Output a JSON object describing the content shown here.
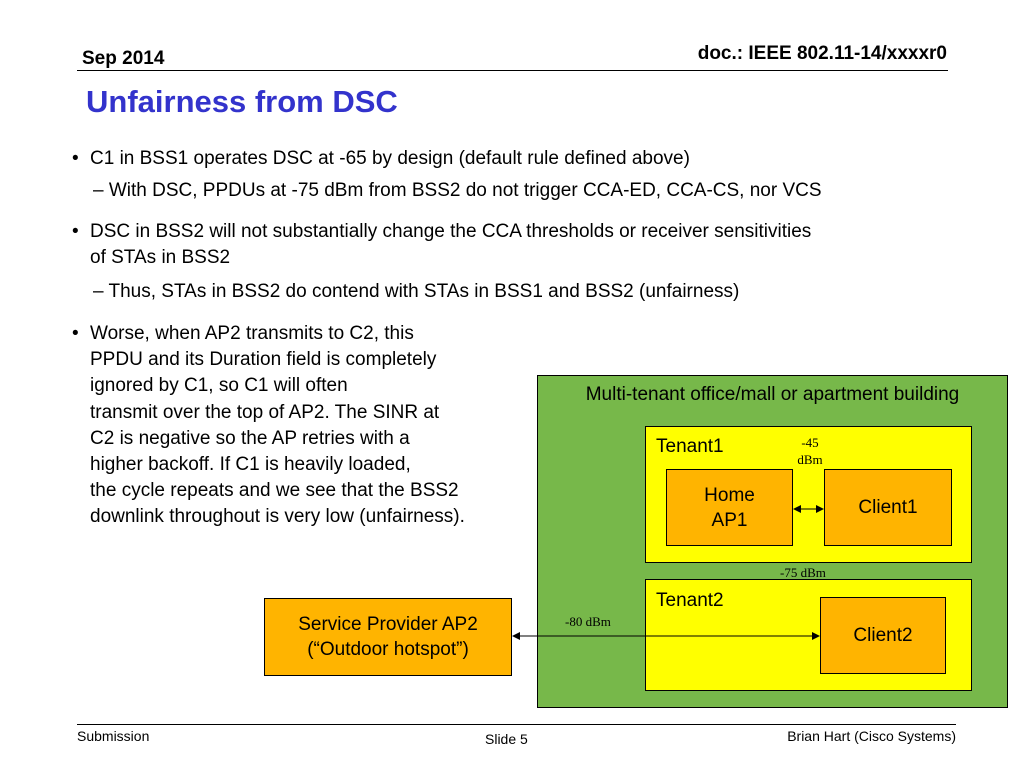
{
  "header": {
    "date": "Sep 2014",
    "doc": "doc.: IEEE 802.11-14/xxxxr0"
  },
  "title": "Unfairness from DSC",
  "bullets": [
    {
      "line1": "C1 in BSS1 operates DSC at -65 by design (default rule defined above)",
      "sub": "– With DSC, PPDUs at -75 dBm from BSS2 do not trigger CCA-ED, CCA-CS, nor VCS"
    },
    {
      "line1": "DSC in BSS2 will not substantially change the CCA thresholds or receiver sensitivities",
      "line2": "of STAs in BSS2",
      "sub": "– Thus, STAs in BSS2 do contend with STAs in BSS1 and BSS2 (unfairness)"
    },
    {
      "lines": [
        "Worse, when AP2 transmits to C2, this",
        "PPDU and its Duration field is completely",
        "ignored by C1, so C1 will often",
        "transmit over the top of AP2. The SINR at",
        "C2 is negative so the AP retries with a",
        "higher backoff. If C1 is heavily loaded,",
        "the cycle repeats and we see that the BSS2",
        "downlink throughout is very low (unfairness)."
      ]
    }
  ],
  "bullet_glyph": "•",
  "diagram": {
    "building_label": "Multi-tenant office/mall or apartment building",
    "tenant1": "Tenant1",
    "tenant2": "Tenant2",
    "home_ap_line1": "Home",
    "home_ap_line2": "AP1",
    "client1": "Client1",
    "client2": "Client2",
    "sp_line1": "Service Provider AP2",
    "sp_line2": "(“Outdoor hotspot”)",
    "level_45a": "-45",
    "level_45b": "dBm",
    "level_75": "-75 dBm",
    "level_80": "-80 dBm",
    "colors": {
      "building_green": "#77b84a",
      "tenant_yellow": "#ffff00",
      "device_orange": "#ffb400"
    }
  },
  "footer": {
    "left": "Submission",
    "center": "Slide 5",
    "right": "Brian Hart (Cisco Systems)"
  }
}
